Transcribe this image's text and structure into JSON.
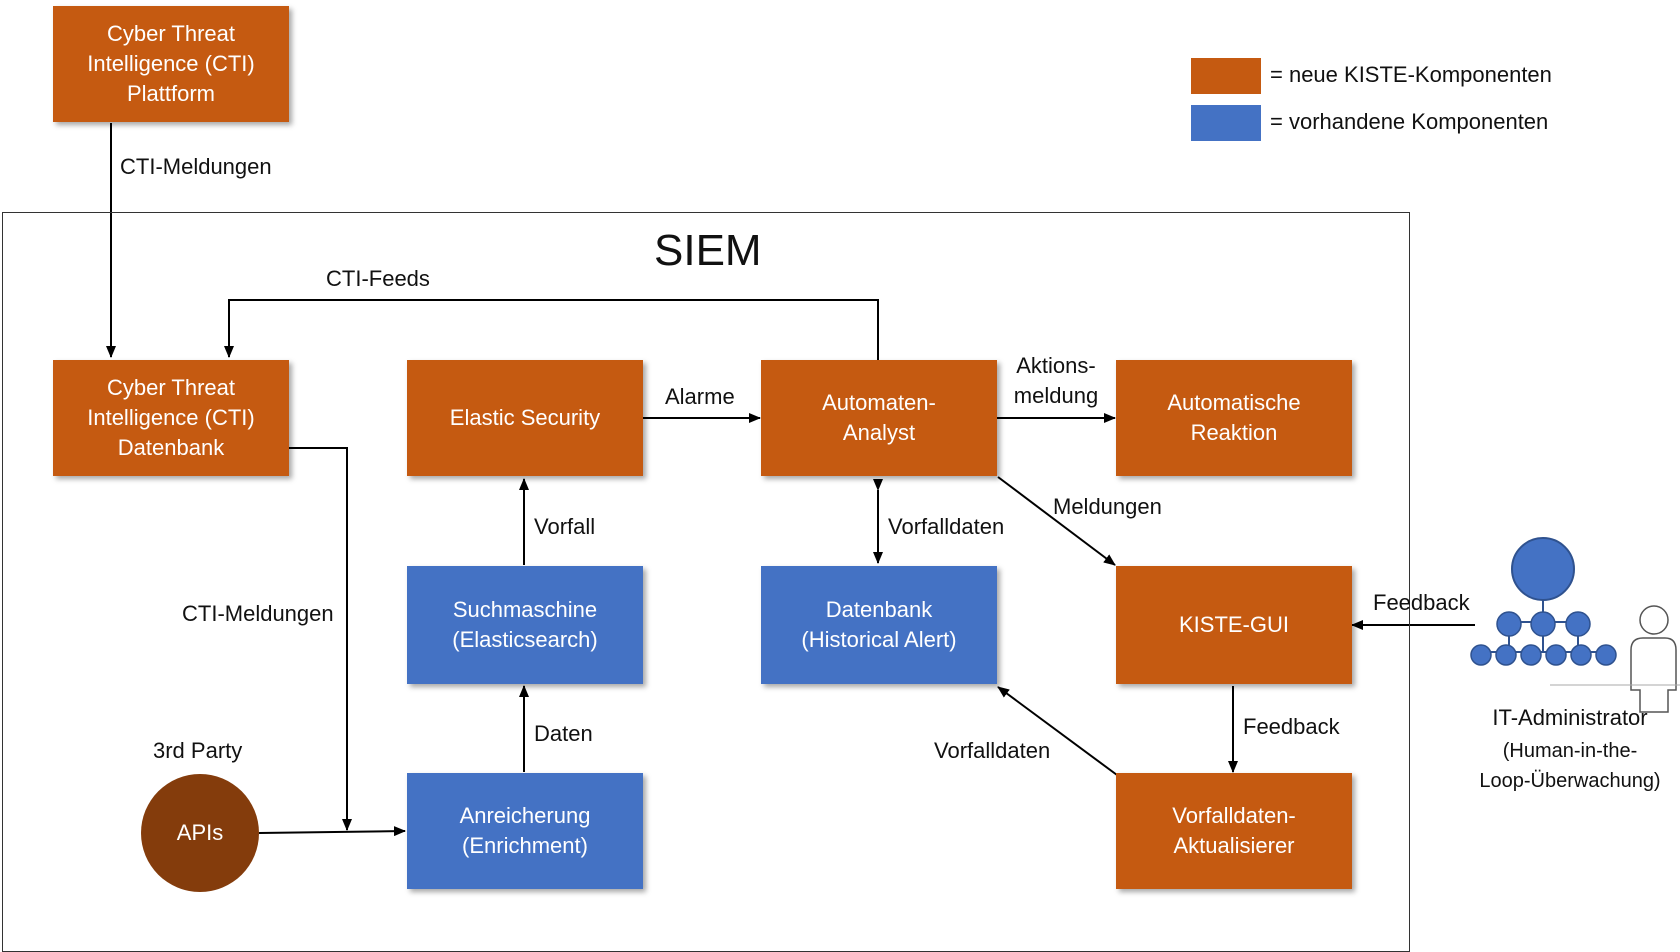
{
  "colors": {
    "new_component": "#c55a11",
    "existing_component": "#4472c4",
    "api_circle": "#843c0c",
    "admin_icon": "#4472c4"
  },
  "legend": {
    "new": "= neue KISTE-Komponenten",
    "existing": "= vorhandene Komponenten"
  },
  "siem": {
    "title": "SIEM"
  },
  "boxes": {
    "cti_platform": "Cyber Threat\nIntelligence (CTI)\nPlattform",
    "cti_db": "Cyber Threat\nIntelligence (CTI)\nDatenbank",
    "elastic_security": "Elastic Security",
    "automaten_analyst": "Automaten-\nAnalyst",
    "auto_reaktion": "Automatische\nReaktion",
    "suchmaschine": "Suchmaschine\n(Elasticsearch)",
    "datenbank": "Datenbank\n(Historical Alert)",
    "kiste_gui": "KISTE-GUI",
    "anreicherung": "Anreicherung\n(Enrichment)",
    "aktualisierer": "Vorfalldaten-\nAktualisierer",
    "apis": "APIs"
  },
  "labels": {
    "cti_meldungen_top": "CTI-Meldungen",
    "cti_feeds": "CTI-Feeds",
    "alarme": "Alarme",
    "aktionsmeldung": "Aktions-\nmeldung",
    "meldungen": "Meldungen",
    "vorfall": "Vorfall",
    "vorfalldaten_mid": "Vorfalldaten",
    "cti_meldungen_side": "CTI-Meldungen",
    "feedback_admin": "Feedback",
    "feedback_gui": "Feedback",
    "daten": "Daten",
    "third_party": "3rd Party",
    "vorfalldaten_low": "Vorfalldaten",
    "admin": "IT-Administrator",
    "admin_sub": "(Human-in-the-\nLoop-Überwachung)"
  },
  "icons": [
    "hierarchy-network-icon",
    "person-icon"
  ]
}
